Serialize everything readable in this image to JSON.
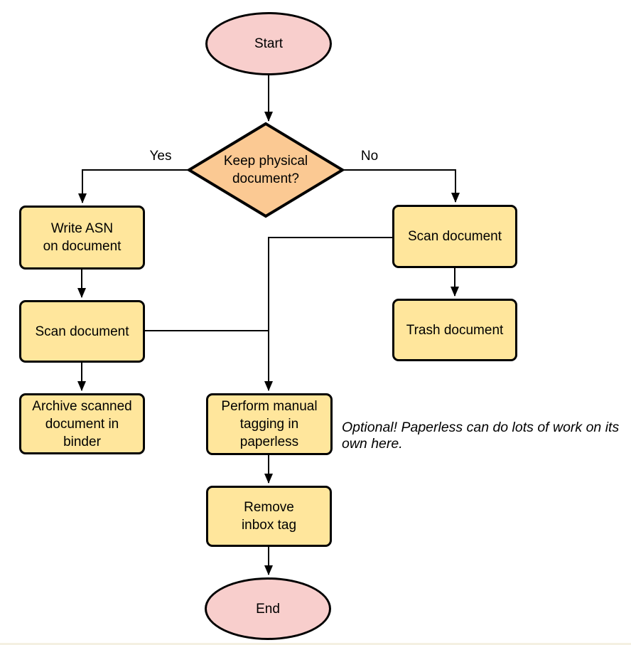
{
  "colors": {
    "terminal_fill": "#f8cecc",
    "decision_fill": "#fbc993",
    "process_fill": "#ffe69c",
    "stroke": "#000000"
  },
  "nodes": {
    "start": {
      "label": "Start"
    },
    "decision": {
      "label": "Keep physical\ndocument?"
    },
    "write_asn": {
      "label": "Write ASN\non document"
    },
    "scan_yes": {
      "label": "Scan document"
    },
    "archive": {
      "label": "Archive scanned\ndocument in\nbinder"
    },
    "scan_no": {
      "label": "Scan document"
    },
    "trash": {
      "label": "Trash document"
    },
    "tagging": {
      "label": "Perform manual\ntagging in\npaperless"
    },
    "remove_inbox": {
      "label": "Remove\ninbox tag"
    },
    "end": {
      "label": "End"
    }
  },
  "edge_labels": {
    "yes": "Yes",
    "no": "No"
  },
  "annotation": {
    "text": "Optional! Paperless can do lots of work on its own here."
  }
}
